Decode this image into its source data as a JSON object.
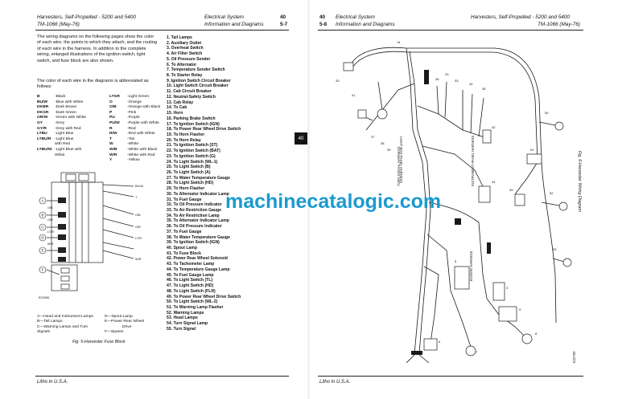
{
  "left_page": {
    "header_title": "Harvesters, Self-Propelled - 5200 and 5400",
    "header_code": "TM-1066 (May-76)",
    "section": "Electrical System",
    "subsection": "Information and Diagrams",
    "page_number": "40",
    "page_ref": "5-7",
    "para1": "The wiring diagrams on the following pages show the color of each wire, the points to which they attach, and the routing of each wire in the harness. In addition to the complete wiring, enlarged illustrations of the ignition switch, light switch, and fuse block are also shown.",
    "para2": "The color of each wire in the diagrams is abbreviated as follows:",
    "color_codes": [
      [
        "B",
        "-Black",
        "LTGR",
        "-Light Green"
      ],
      [
        "BU/W",
        "-Blue with White",
        "O",
        "-Orange"
      ],
      [
        "DKBR",
        "-Dark Brown",
        "O/B",
        "-Orange with Black"
      ],
      [
        "DKGR",
        "-Dark Green",
        "P",
        "-Pink"
      ],
      [
        "GR/W",
        "-Green with White",
        "PU",
        "-Purple"
      ],
      [
        "GY",
        "-Grey",
        "PU/W",
        "-Purple with White"
      ],
      [
        "GY/R",
        "-Grey with Red",
        "R",
        "-Red"
      ],
      [
        "LTBU",
        "-Light Blue",
        "R/W",
        "-Red with White"
      ],
      [
        "LTBU/R",
        "-Light Blue",
        "T",
        "-Tan"
      ],
      [
        "",
        "with Red",
        "W",
        "-White"
      ],
      [
        "LTBU/W",
        "-Light Blue with",
        "W/B",
        "-White with Black"
      ],
      [
        "",
        "White",
        "W/R",
        "-White with Red"
      ],
      [
        "",
        "",
        "Y",
        "-Yellow"
      ]
    ],
    "fuse_labels": {
      "a": "A",
      "b": "B",
      "c": "C",
      "d": "D",
      "e": "E",
      "f": "F",
      "w1": "BU/W",
      "w2": "T",
      "w3": "O/B",
      "w4": "O/R",
      "w5": "LT/R",
      "w6": "W/R",
      "l1": "O/B",
      "l2": "O/R",
      "l3": "LT/R",
      "l4": "W/R",
      "code": "E22950"
    },
    "legend": [
      [
        "A—Head and Instrument Lamps",
        "D—Spout Lamp"
      ],
      [
        "B—Tail Lamps",
        "E—Power Rear Wheel"
      ],
      [
        "C—Warning Lamps and Turn",
        "Drive"
      ],
      [
        "Signals",
        "F—Spares"
      ]
    ],
    "caption": "Fig. 5-Harvester Fuse Block",
    "footer": "Litho in U.S.A.",
    "key_list": [
      "1. Tail Lamps",
      "2. Auxiliary Outlet",
      "3. Overheat Switch",
      "4. Air Filter Switch",
      "5. Oil Pressure Sender",
      "6. To Alternator",
      "7. Temperature Sender Switch",
      "8. To Starter Relay",
      "9. Ignition Switch Circuit Breaker",
      "10. Light Switch Circuit Breaker",
      "11. Cab Circuit Breaker",
      "12. Neutral-Safety Switch",
      "13. Cab Relay",
      "14. To Cab",
      "15. Horn",
      "16. Parking Brake Switch",
      "17. To Ignition Switch (IGN)",
      "18. To Power Rear Wheel Drive Switch",
      "19. To Horn Flasher",
      "20. To Horn Relay",
      "21. To Ignition Switch (ST)",
      "22. To Ignition Switch (BAT)",
      "23. To Ignition Switch (G)",
      "24. To Light Switch (WL-1)",
      "25. To Light Switch (B)",
      "26. To Light Switch (A)",
      "27. To Water Temperature Gauge",
      "28. To Light Switch (HD)",
      "29. To Horn Flasher",
      "30. To Alternator Indicator Lamp",
      "31. To Fuel Gauge",
      "32. To Oil Pressure Indicator",
      "33. To Air Restriction Gauge",
      "34. To Air Restriction Lamp",
      "35. To Alternator Indicator Lamp",
      "36. To Oil Pressure Indicator",
      "37. To Fuel Gauge",
      "38. To Water Temperature Gauge",
      "39. To Ignition Switch (IGN)",
      "40. Spout Lamp",
      "41. To Fuse Block",
      "42. Power Rear Wheel Solenoid",
      "43. To Tachometer Lamp",
      "44. To Temperature Gauge Lamp",
      "45. To Fuel Gauge Lamp",
      "46. To Light Switch (TL)",
      "47. To Light Switch (HD)",
      "48. To Light Switch (FLR)",
      "49. To Power Rear Wheel Drive Switch",
      "50. To Light Switch (WL-2)",
      "51. To Warning Lamp Flasher",
      "52. Warning Lamps",
      "53. Head Lamps",
      "54. Turn Signal Lamp",
      "55. Turn Signal"
    ]
  },
  "right_page": {
    "page_number": "40",
    "page_ref": "5-8",
    "section": "Electrical System",
    "subsection": "Information and Diagrams",
    "header_title": "Harvesters, Self-Propelled - 5200 and 5400",
    "header_code": "TM-1066 (May-76)",
    "caption": "Fig. 6-Harvester Wiring Diagram",
    "footer": "Litho in U.S.A.",
    "harness_labels": {
      "light": "LIGHT BOX PANEL HARNESS",
      "turn": "TURN SIGNAL HARNESS",
      "instrument": "INSTRUMENT PANEL HARNESS",
      "engine": "ENGINE HARNESS"
    },
    "code": "E22700"
  },
  "tabs": {
    "left": "40",
    "right": "40"
  },
  "watermark": "machinecatalogic.com",
  "colors": {
    "tab": "#151515",
    "watermark": "#1b9ad0"
  }
}
